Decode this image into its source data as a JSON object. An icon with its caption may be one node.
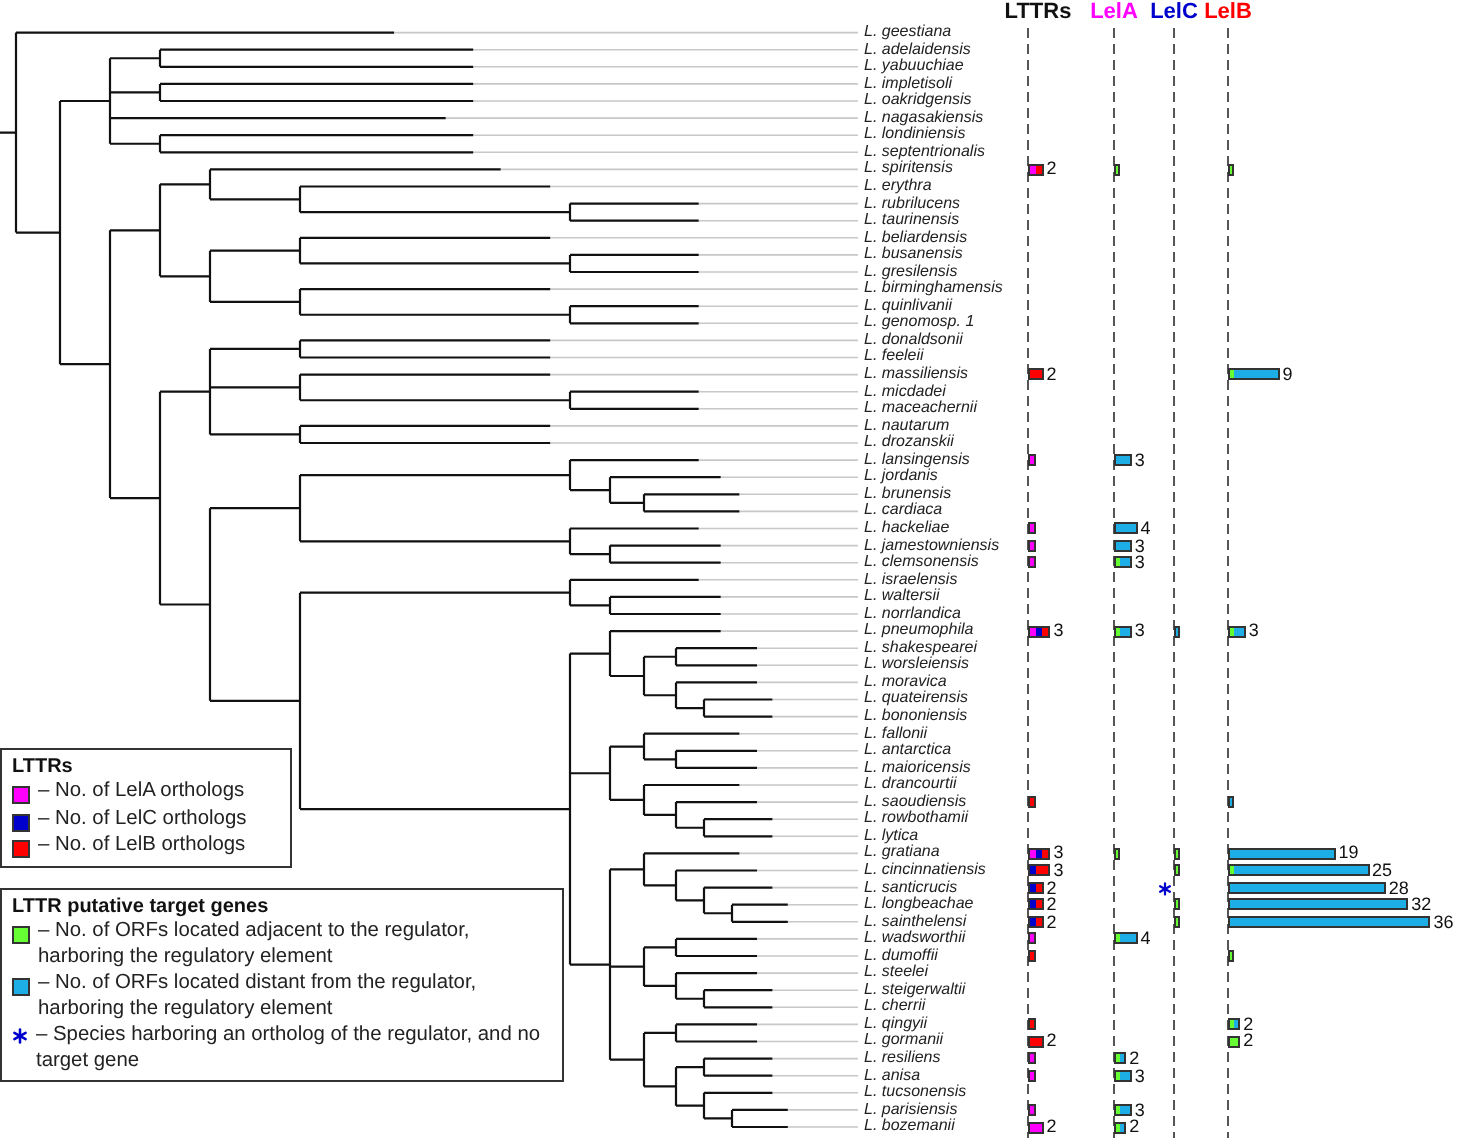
{
  "diagram": {
    "labels": [
      "LTTRs",
      "LelA",
      "LelC",
      "LelB",
      "L. geestiana",
      "L. adelaidensis",
      "L. yabuuchiae",
      "L. impletisoli",
      "L. oakridgensis",
      "L. nagasakiensis",
      "L. londiniensis",
      "L. septentrionalis",
      "L. spiritensis",
      "2",
      "L. erythra",
      "L. rubrilucens",
      "L. taurinensis",
      "L. beliardensis",
      "L. busanensis",
      "L. gresilensis",
      "L. birminghamensis",
      "L. quinlivanii",
      "L. genomosp. 1",
      "L. donaldsonii",
      "L. feeleii",
      "L. massiliensis",
      "2",
      "9",
      "L. micdadei",
      "L. maceachernii",
      "L. nautarum",
      "L. drozanskii",
      "L. lansingensis",
      "3",
      "L. jordanis",
      "L. brunensis",
      "L. cardiaca",
      "L. hackeliae",
      "4",
      "L. jamestowniensis",
      "3",
      "L. clemsonensis",
      "3",
      "L. israelensis",
      "L. waltersii",
      "L. norrlandica",
      "L. pneumophila",
      "3",
      "3",
      "3",
      "L. shakespearei",
      "L. worsleiensis",
      "L. moravica",
      "L. quateirensis",
      "L. bononiensis",
      "L. fallonii",
      "L. antarctica",
      "L. maioricensis",
      "L. drancourtii",
      "L. saoudiensis",
      "L. rowbothamii",
      "L. lytica",
      "L. gratiana",
      "3",
      "19",
      "L. cincinnatiensis",
      "3",
      "25",
      "L. santicrucis",
      "2",
      "28",
      "L. longbeachae",
      "2",
      "32",
      "L. sainthelensi",
      "2",
      "36",
      "L. wadsworthii",
      "4",
      "L. dumoffii",
      "L. steelei",
      "L. steigerwaltii",
      "L. cherrii",
      "L. qingyii",
      "2",
      "L. gormanii",
      "2",
      "2",
      "L. resiliens",
      "2",
      "L. anisa",
      "3",
      "L. tucsonensis",
      "L. parisiensis",
      "3",
      "L. bozemanii",
      "2",
      "2",
      "LTTRs",
      "LTTR putative target genes"
    ],
    "legend": [
      {
        "text": "– No. of LelA orthologs",
        "color": "#ff00ff"
      },
      {
        "text": "– No. of LelC orthologs",
        "color": "#0000cc"
      },
      {
        "text": "– No. of LelB orthologs",
        "color": "#ff0000"
      },
      {
        "text": "– No. of ORFs located adjacent to the regulator, harboring the regulatory element",
        "color": "#66ff33"
      },
      {
        "text": "– No. of ORFs located distant from the regulator, harboring the regulatory element",
        "color": "#1eaee6"
      },
      {
        "text": "– Species harboring an ortholog of the regulator, and no target gene"
      }
    ]
  }
}
